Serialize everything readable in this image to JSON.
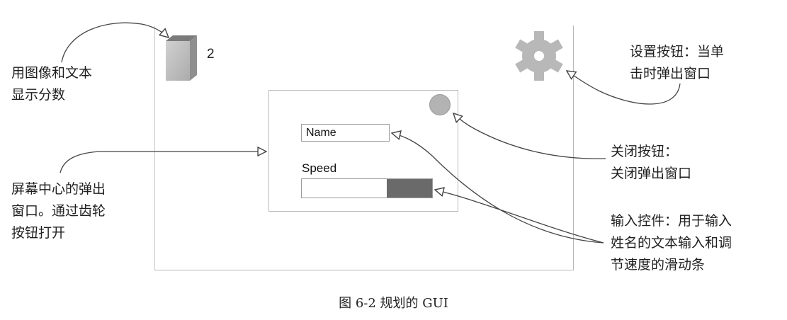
{
  "hud": {
    "score_value": "2"
  },
  "popup": {
    "name_input_value": "Name",
    "speed_label": "Speed",
    "speed_slider_level": 0.65
  },
  "annotations": {
    "score_line1": "用图像和文本",
    "score_line2": "显示分数",
    "popup_line1": "屏幕中心的弹出",
    "popup_line2": "窗口。通过齿轮",
    "popup_line3": "按钮打开",
    "settings_line1": "设置按钮：当单",
    "settings_line2": "击时弹出窗口",
    "close_line1": "关闭按钮：",
    "close_line2": "关闭弹出窗口",
    "input_line1": "输入控件：用于输入",
    "input_line2": "姓名的文本输入和调",
    "input_line3": "节速度的滑动条"
  },
  "caption": "图 6-2   规划的 GUI",
  "colors": {
    "cube_front": "#bfbfbf",
    "cube_side": "#8c8c8c",
    "cube_top": "#6e6e6e",
    "gear": "#b8b8b8",
    "close_button": "#b3b3b3",
    "slider_handle": "#6a6a6a"
  },
  "icons": {
    "score": "cube-icon",
    "settings": "gear-icon",
    "close": "circle-close-icon"
  }
}
